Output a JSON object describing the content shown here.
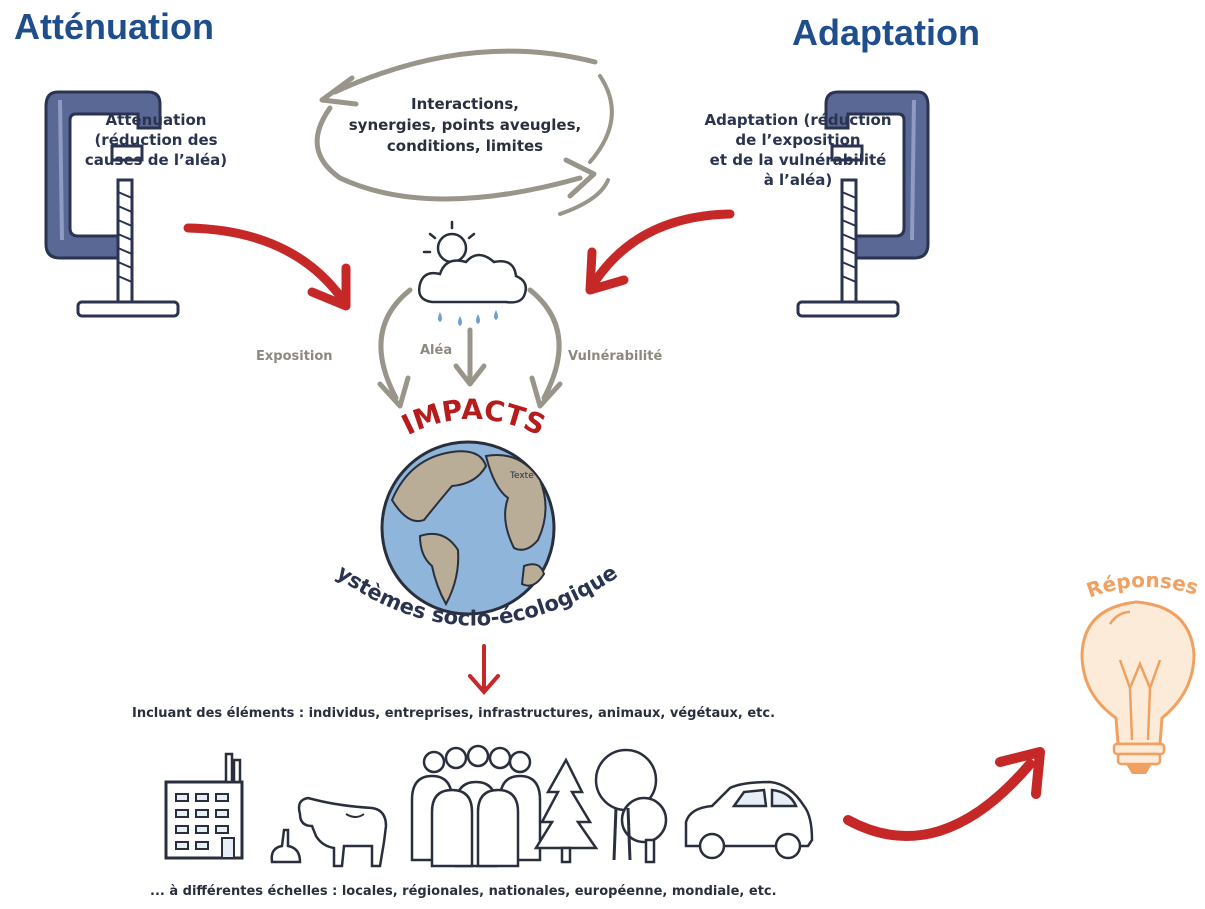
{
  "headers": {
    "left": "Atténuation",
    "right": "Adaptation"
  },
  "clamp_left": {
    "lines": [
      "Atténuation",
      "(réduction des",
      "causes de l’aléa)"
    ]
  },
  "clamp_right": {
    "lines": [
      "Adaptation (réduction",
      "de l’exposition",
      "et de la vulnérabilité",
      "à l’aléa)"
    ]
  },
  "interactions": {
    "lines": [
      "Interactions,",
      "synergies, points aveugles,",
      "conditions, limites"
    ]
  },
  "flows": {
    "exposition": "Exposition",
    "alea": "Aléa",
    "vulnerabilite": "Vulnérabilité"
  },
  "impacts": "IMPACTS",
  "globe_label": "Texte",
  "systems": "Systèmes socio-écologiques",
  "including": "Incluant des éléments : individus, entreprises, infrastructures, animaux, végétaux, etc.",
  "scales": "... à différentes échelles : locales, régionales, nationales, européenne, mondiale, etc.",
  "responses": "Réponses",
  "colors": {
    "header_blue": "#1f4e8c",
    "clamp_blue": "#4d5b88",
    "arrow_red": "#c62828",
    "impacts_red": "#b71c1c",
    "gray_arrow": "#9a958a",
    "ocean": "#8fb6da",
    "land": "#b9ad97",
    "bulb_orange": "#f0a060"
  },
  "icons": [
    "building-icon",
    "cow-icon",
    "rabbit-icon",
    "people-icon",
    "trees-icon",
    "car-icon",
    "sun-cloud-rain-icon",
    "globe-icon",
    "lightbulb-icon",
    "clamp-icon"
  ]
}
